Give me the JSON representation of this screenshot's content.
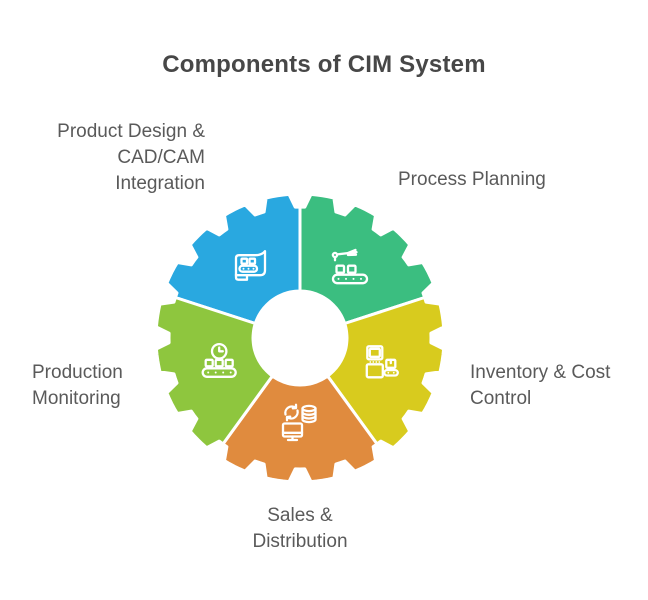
{
  "title": "Components of CIM System",
  "sectors": [
    {
      "id": "product-design",
      "label": "Product Design &\nCAD/CAM\nIntegration",
      "color": "#29A8E0",
      "icon": "blueprint-conveyor-icon"
    },
    {
      "id": "process-planning",
      "label": "Process Planning",
      "color": "#3BBE80",
      "icon": "robotic-arm-conveyor-icon"
    },
    {
      "id": "inventory-cost-control",
      "label": "Inventory & Cost\nControl",
      "color": "#D8CB1E",
      "icon": "inventory-machine-icon"
    },
    {
      "id": "sales-distribution",
      "label": "Sales &\nDistribution",
      "color": "#E08B3E",
      "icon": "data-sync-monitor-icon"
    },
    {
      "id": "production-monitoring",
      "label": "Production\nMonitoring",
      "color": "#8EC63E",
      "icon": "clock-conveyor-icon"
    }
  ],
  "separator_color": "#FFFFFF",
  "icon_color": "#FFFFFF"
}
